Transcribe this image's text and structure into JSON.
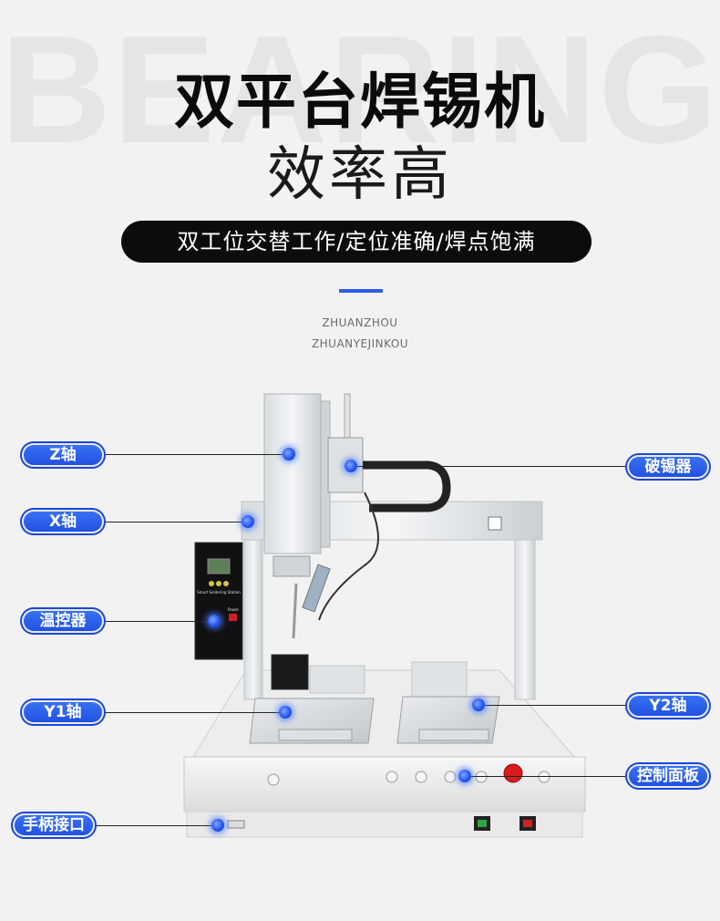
{
  "background_word": "BEARING",
  "title": "双平台焊锡机",
  "subtitle": "效率高",
  "pill_text": "双工位交替工作/定位准确/焊点饱满",
  "accent_color": "#2f5ce6",
  "small_line_1": "ZHUANZHOU",
  "small_line_2": "ZHUANYEJINKOU",
  "labels": {
    "z_axis": "Z轴",
    "x_axis": "X轴",
    "temp_controller": "温控器",
    "y1_axis": "Y1轴",
    "handle_port": "手柄接口",
    "tin_breaker": "破锡器",
    "y2_axis": "Y2轴",
    "control_panel": "控制面板"
  },
  "label_color": "#2a5ef0",
  "controller_text": {
    "screen_line": "Smart Soldering Station",
    "power": "Power"
  }
}
